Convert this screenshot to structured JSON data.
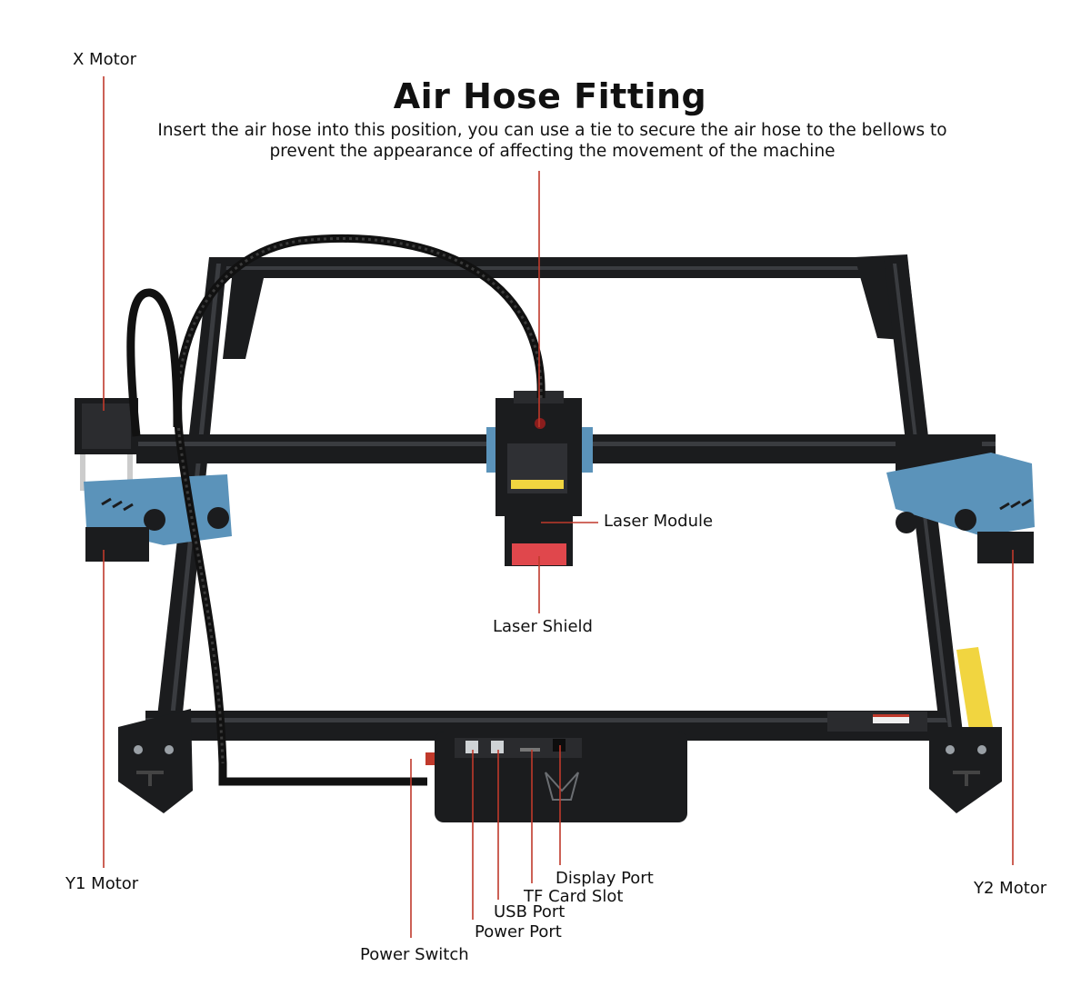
{
  "heading": {
    "title": "Air Hose Fitting",
    "description": "Insert the air hose into this position, you can use a tie to secure the air hose to the bellows to prevent the appearance of affecting the movement of the machine"
  },
  "labels": {
    "x_motor": "X Motor",
    "laser_module": "Laser Module",
    "laser_shield": "Laser Shield",
    "y1_motor": "Y1 Motor",
    "y2_motor": "Y2 Motor",
    "display_port": "Display Port",
    "tf_card_slot": "TF Card Slot",
    "usb_port": "USB Port",
    "power_port": "Power Port",
    "power_switch": "Power Switch"
  },
  "colors": {
    "leader_line": "#c0392b",
    "frame": "#1b1c1e",
    "frame_highlight": "#3a3c40",
    "bracket_blue": "#5b93ba",
    "shield_red": "#e0474c",
    "label_yellow": "#f1d540"
  }
}
